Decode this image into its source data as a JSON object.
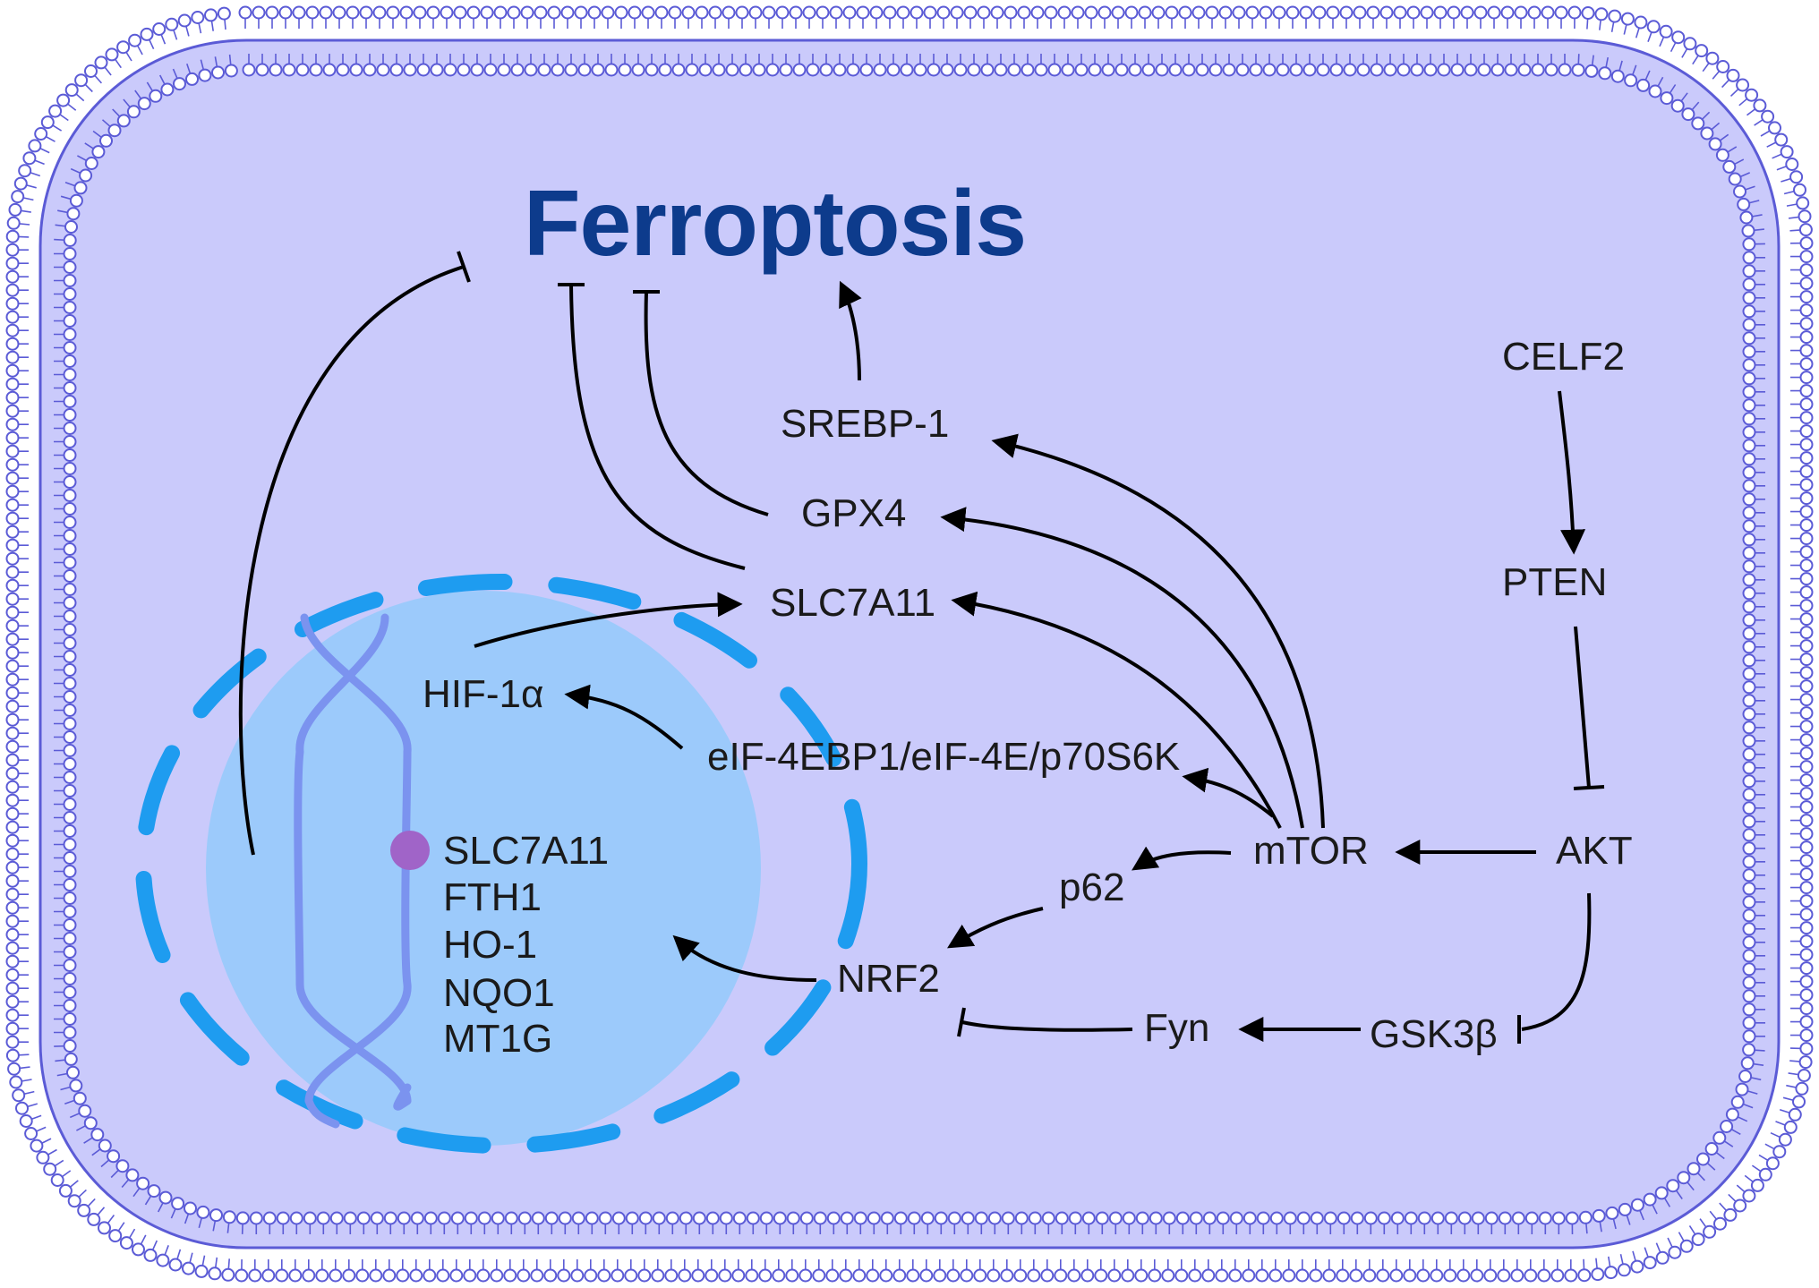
{
  "title": "Ferroptosis",
  "nodes": {
    "srebp1": "SREBP-1",
    "gpx4": "GPX4",
    "slc7a11": "SLC7A11",
    "hif1a": "HIF-1α",
    "eif": "eIF-4EBP1/eIF-4E/p70S6K",
    "mtor": "mTOR",
    "p62": "p62",
    "nrf2": "NRF2",
    "fyn": "Fyn",
    "gsk3b": "GSK3β",
    "akt": "AKT",
    "pten": "PTEN",
    "celf2": "CELF2"
  },
  "target_genes": [
    "SLC7A11",
    "FTH1",
    "HO-1",
    "NQO1",
    "MT1G"
  ],
  "colors": {
    "cell_fill": "#cacafb",
    "membrane": "#5b5bd6",
    "nucleus_fill": "#9ccafb",
    "nuclear_envelope": "#1e9cf0",
    "dna": "#7b93ef",
    "binding_dot": "#a064c8",
    "title": "#0d3b8c"
  }
}
